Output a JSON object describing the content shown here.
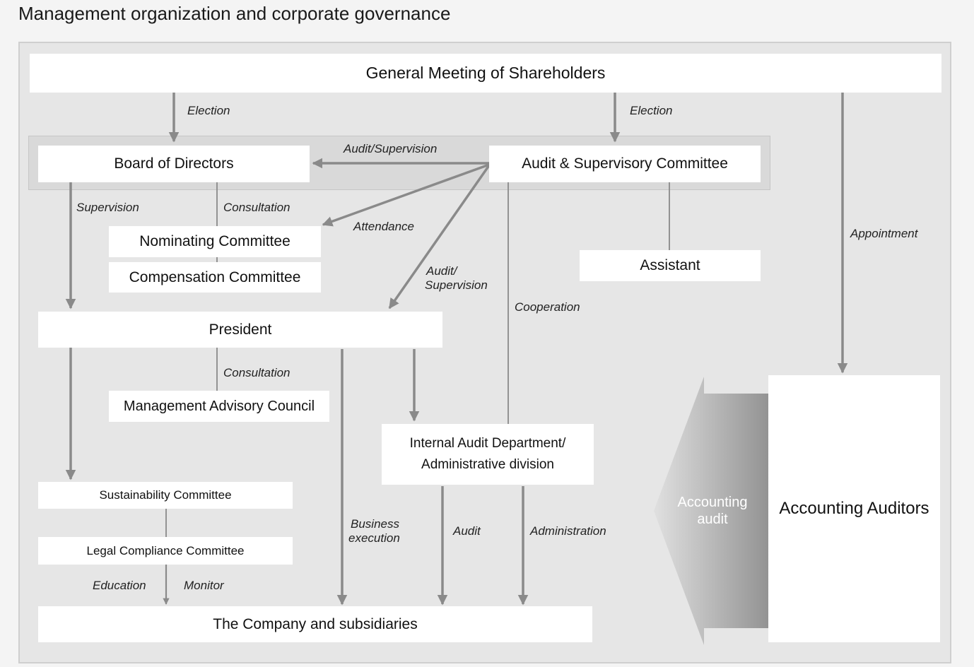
{
  "title": "Management organization and corporate governance",
  "nodes": {
    "shareholders": "General Meeting of Shareholders",
    "board": "Board of Directors",
    "audit_committee": "Audit & Supervisory Committee",
    "nominating": "Nominating Committee",
    "compensation": "Compensation Committee",
    "assistant": "Assistant",
    "president": "President",
    "advisory": "Management Advisory Council",
    "internal_audit_line1": "Internal Audit Department/",
    "internal_audit_line2": "Administrative division",
    "sustainability": "Sustainability Committee",
    "legal": "Legal Compliance Committee",
    "company": "The Company and subsidiaries",
    "auditors": "Accounting Auditors",
    "accounting_audit_line1": "Accounting",
    "accounting_audit_line2": "audit"
  },
  "edges": {
    "election_left": "Election",
    "election_right": "Election",
    "audit_supervision_board": "Audit/Supervision",
    "supervision": "Supervision",
    "consultation_board": "Consultation",
    "attendance": "Attendance",
    "audit_supervision_president_1": "Audit/",
    "audit_supervision_president_2": "Supervision",
    "cooperation": "Cooperation",
    "appointment": "Appointment",
    "consultation_president": "Consultation",
    "business_execution_1": "Business",
    "business_execution_2": "execution",
    "audit": "Audit",
    "administration": "Administration",
    "education": "Education",
    "monitor": "Monitor"
  },
  "colors": {
    "arrow": "#8a8a8a",
    "panel": "#e6e6e6",
    "box": "#ffffff"
  }
}
